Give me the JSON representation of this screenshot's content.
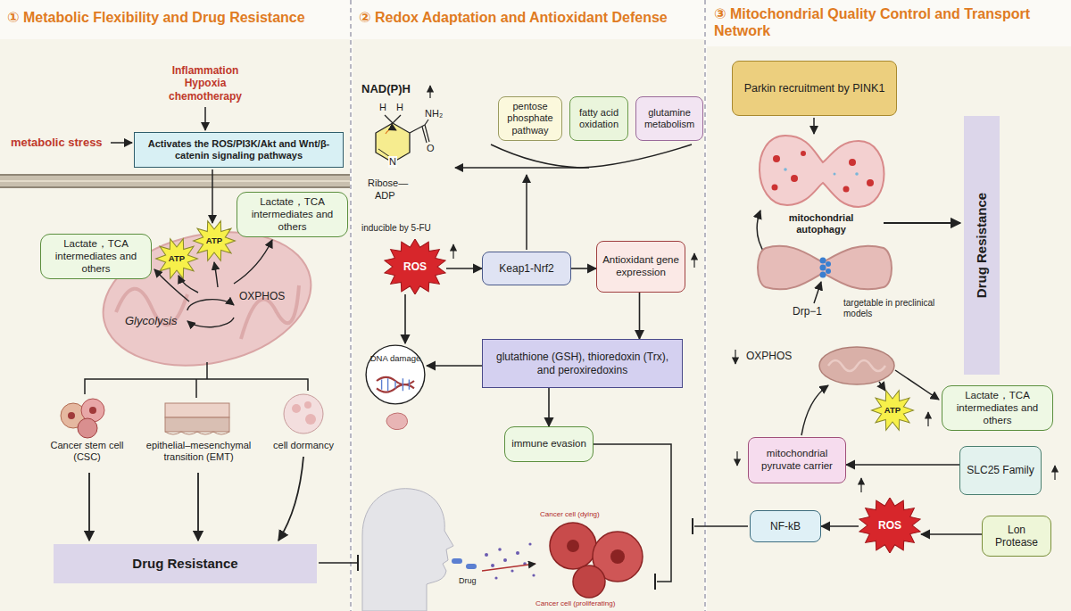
{
  "diagram": {
    "nodes": [
      {
        "text": [
          "Activates the ROS/PI3K/Akt and Wnt/β-catenin signaling pathways"
        ]
      },
      {
        "text": [
          "Lactate，TCA intermediates and others"
        ]
      },
      {
        "text": [
          "Lactate，TCA intermediates and others"
        ]
      },
      {
        "text": [
          "Drug Resistance"
        ]
      },
      {
        "text": [
          "pentose phosphate pathway"
        ]
      },
      {
        "text": [
          "fatty acid oxidation"
        ]
      },
      {
        "text": [
          "glutamine metabolism"
        ]
      },
      {
        "text": [
          "ROS"
        ]
      },
      {
        "text": [
          "Keap1-Nrf2"
        ]
      },
      {
        "text": [
          "Antioxidant gene expression"
        ]
      },
      {
        "text": [
          "DNA damage"
        ]
      },
      {
        "text": [
          "glutathione (GSH), thioredoxin (Trx), and peroxiredoxins"
        ]
      },
      {
        "text": [
          "immune evasion"
        ]
      },
      {
        "text": [
          "Parkin recruitment by PINK1"
        ]
      },
      {
        "text": [
          "Drug Resistance"
        ]
      },
      {
        "text": [
          "mitochondrial pyruvate carrier"
        ]
      },
      {
        "text": [
          "Lactate，TCA intermediates and others"
        ]
      },
      {
        "text": [
          "SLC25 Family"
        ]
      },
      {
        "text": [
          "NF-kB"
        ]
      },
      {
        "text": [
          "ROS"
        ]
      },
      {
        "text": [
          "Lon Protease"
        ]
      }
    ],
    "edges": [
      {
        "from": 7,
        "to": 8,
        "arrow": "to"
      },
      {
        "from": 8,
        "to": 9,
        "arrow": "to"
      },
      {
        "from": 9,
        "to": 11,
        "arrow": "to"
      },
      {
        "from": 11,
        "to": 10,
        "arrow": "to"
      },
      {
        "from": 7,
        "to": 10,
        "arrow": "to"
      },
      {
        "from": 11,
        "to": 12,
        "arrow": "to"
      },
      {
        "from": 20,
        "to": 19,
        "arrow": "to"
      },
      {
        "from": 19,
        "to": 18,
        "arrow": "to"
      },
      {
        "from": 17,
        "to": 15,
        "arrow": "to"
      }
    ],
    "labels": [
      "① Metabolic Flexibility and Drug Resistance",
      "② Redox Adaptation and Antioxidant Defense",
      "③ Mitochondrial Quality Control and Transport Network",
      "Inflammation Hypoxia chemotherapy",
      "metabolic stress",
      "ATP",
      "ATP",
      "Glycolysis",
      "OXPHOS",
      "Cancer stem cell (CSC)",
      "epithelial–mesenchymal transition (EMT)",
      "cell dormancy",
      "NAD(P)H",
      "H",
      "H",
      "NH₂",
      "O",
      "N",
      "Ribose—",
      "ADP",
      "inducible by 5-FU",
      "Drug",
      "Cancer cell (dying)",
      "Cancer cell (proliferating)",
      "mitochondrial autophagy",
      "Drp−1",
      "targetable in preclinical models",
      "OXPHOS",
      "ATP"
    ]
  }
}
